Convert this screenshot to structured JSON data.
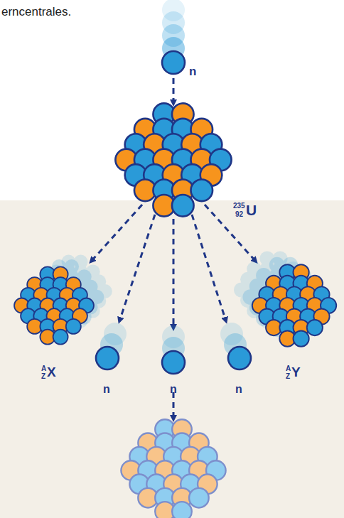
{
  "diagram": {
    "labels": [
      "erncentrales.",
      "n",
      "235",
      "92",
      "U",
      "A",
      "Z",
      "X",
      "n",
      "n",
      "n",
      "A",
      "Z",
      "Y"
    ]
  }
}
